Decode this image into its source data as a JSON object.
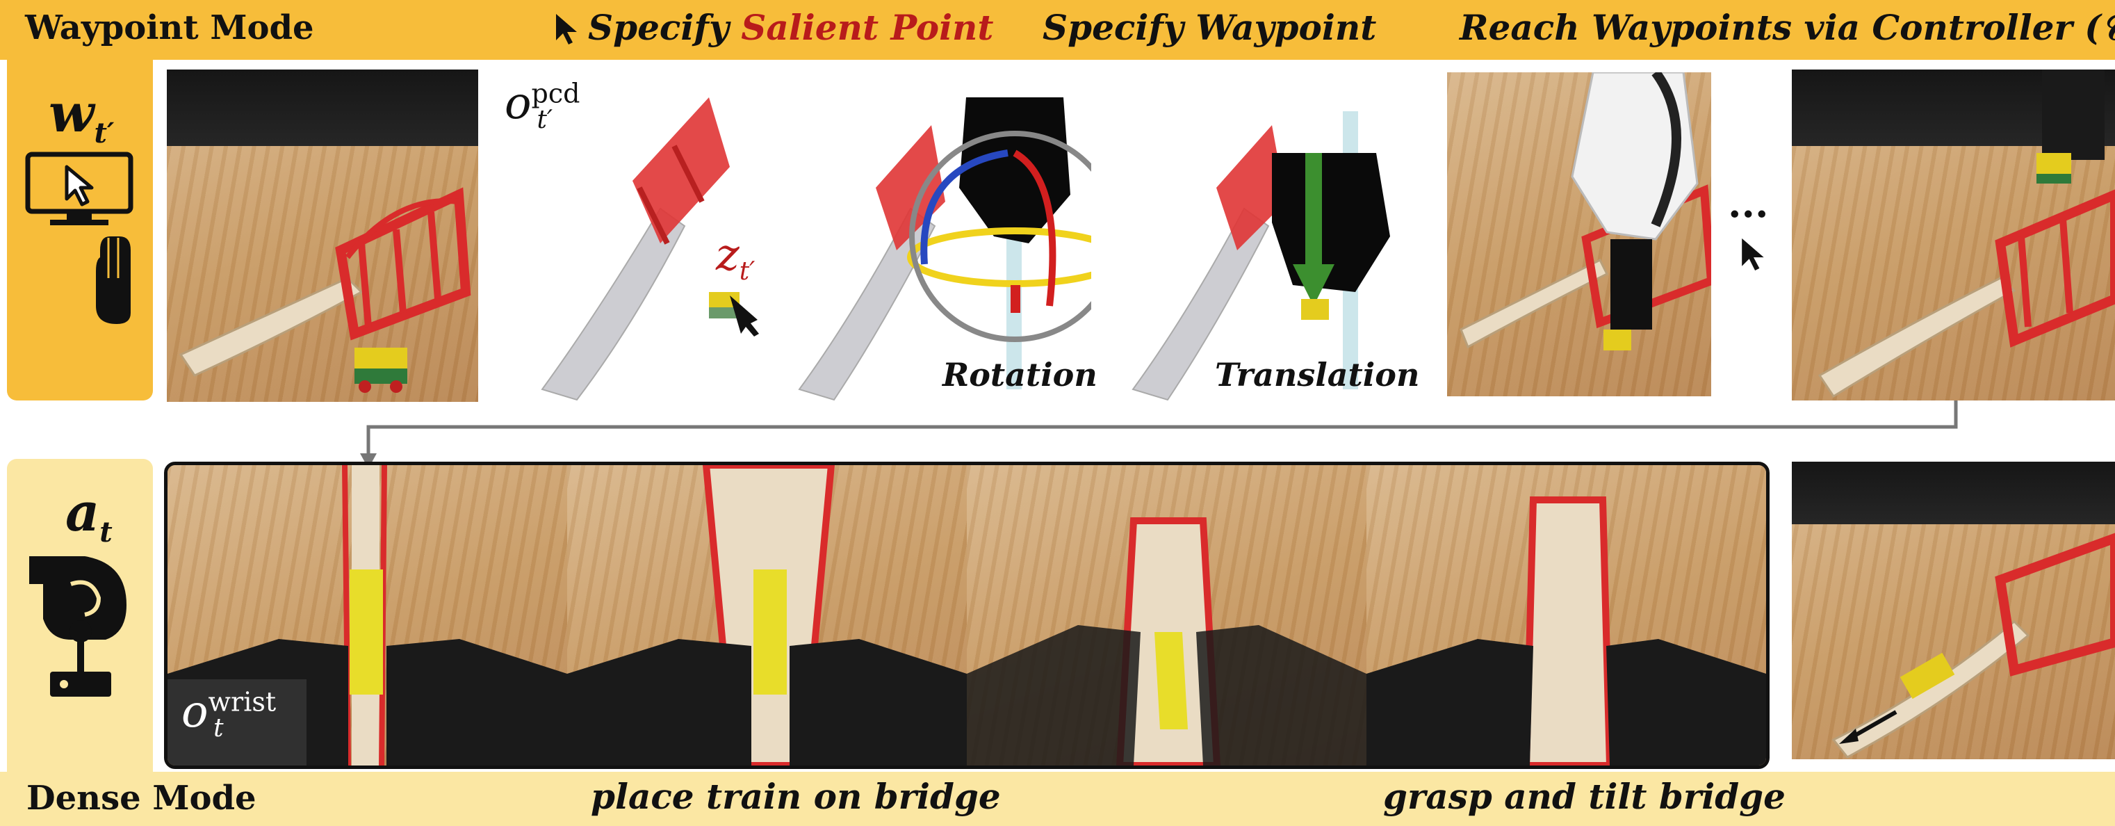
{
  "waypoint_mode": {
    "title": "Waypoint Mode",
    "symbol": "w",
    "symbol_sub": "t′",
    "icons": [
      "monitor-cursor-icon",
      "mouse-hand-icon"
    ],
    "headers": {
      "specify_salient_prefix": "Specify ",
      "specify_salient_highlight": "Salient Point",
      "specify_waypoint": "Specify Waypoint",
      "reach_waypoints": "Reach Waypoints via Controller (𝒞)"
    },
    "pcd_label": "o",
    "pcd_sup": "pcd",
    "pcd_sub": "t′",
    "salient_label": "z",
    "salient_sub": "t′",
    "rotation_label": "Rotation",
    "translation_label": "Translation",
    "ellipsis": "..."
  },
  "dense_mode": {
    "title": "Dense Mode",
    "symbol": "a",
    "symbol_sub": "t",
    "icons": [
      "hand-joystick-icon"
    ],
    "wrist_label": "o",
    "wrist_sup": "wrist",
    "wrist_sub": "t",
    "caption_place": "place train on bridge",
    "caption_grasp": "grasp and tilt bridge"
  },
  "colors": {
    "band_dark": "#f7bd3a",
    "band_light": "#fbe7a3",
    "bridge_red": "#d92b2b",
    "highlight_red": "#b81b1b",
    "arrow_green": "#3c8f2f",
    "connector_gray": "#777777"
  }
}
